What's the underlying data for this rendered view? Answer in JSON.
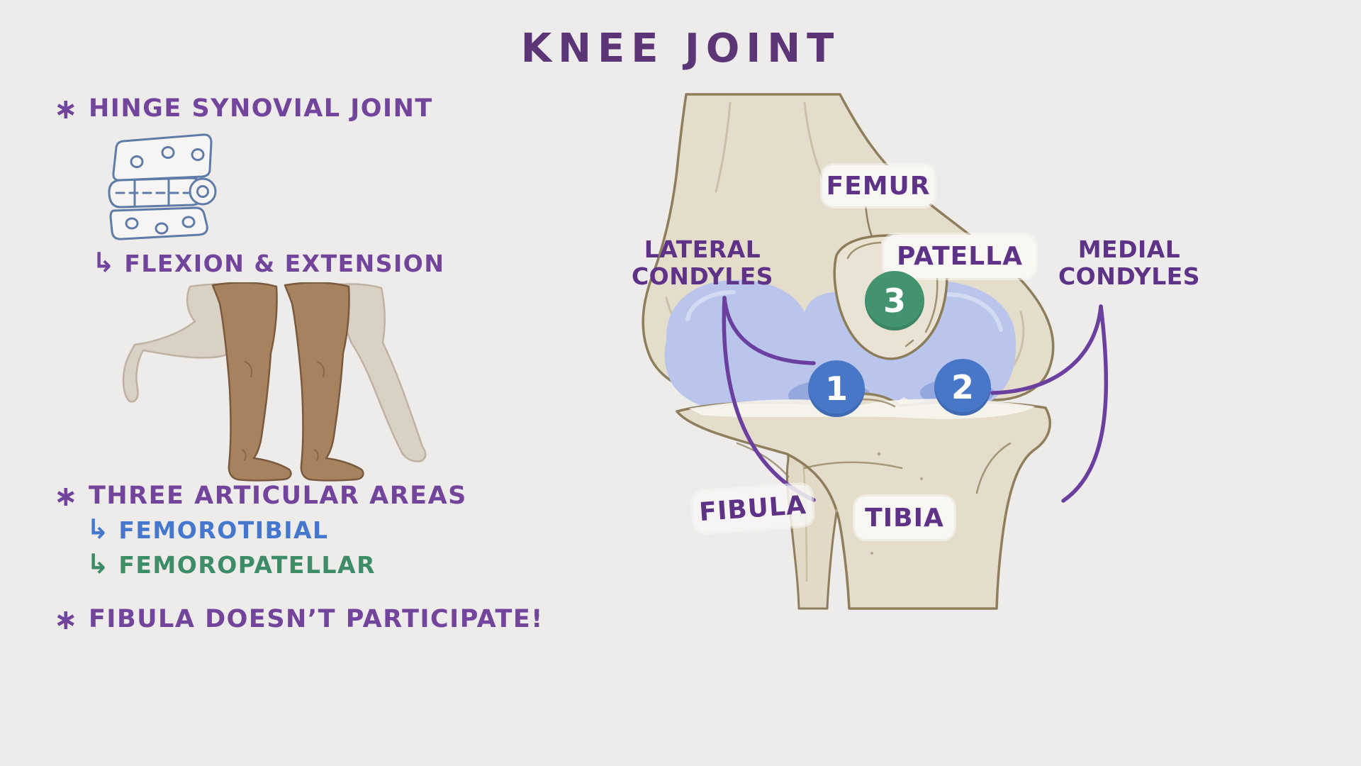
{
  "title": "KNEE JOINT",
  "colors": {
    "background": "#EDECEA",
    "title_purple": "#5B3575",
    "note_purple": "#72449C",
    "label_purple": "#5E3387",
    "connector_purple": "#6B3FA0",
    "femorotibial_blue": "#4577CE",
    "femoropatellar_green": "#3C8C68",
    "marker_blue": "#4877C8",
    "marker_green": "#43936F",
    "cartilage_blue": "#B9C5EA",
    "bone_tan": "#E5DDCC",
    "hinge_outline_blue": "#5F7CA8"
  },
  "notes": {
    "hinge": {
      "marker": "∗",
      "text": "HINGE SYNOVIAL JOINT"
    },
    "flexion": {
      "arrow": "↳",
      "text": "FLEXION & EXTENSION"
    },
    "areas": {
      "marker": "∗",
      "text": "THREE ARTICULAR AREAS"
    },
    "femorotibial": {
      "arrow": "↳",
      "text": "FEMOROTIBIAL"
    },
    "femoropatellar": {
      "arrow": "↳",
      "text": "FEMOROPATELLAR"
    },
    "fibula": {
      "marker": "∗",
      "text": "FIBULA DOESN’T PARTICIPATE!"
    }
  },
  "diagram": {
    "labels": {
      "femur": "FEMUR",
      "patella": "PATELLA",
      "lateral_condyles": "LATERAL CONDYLES",
      "medial_condyles": "MEDIAL CONDYLES",
      "fibula": "FIBULA",
      "tibia": "TIBIA"
    },
    "markers": {
      "femorotibial_lateral": "1",
      "femorotibial_medial": "2",
      "femoropatellar": "3"
    }
  }
}
